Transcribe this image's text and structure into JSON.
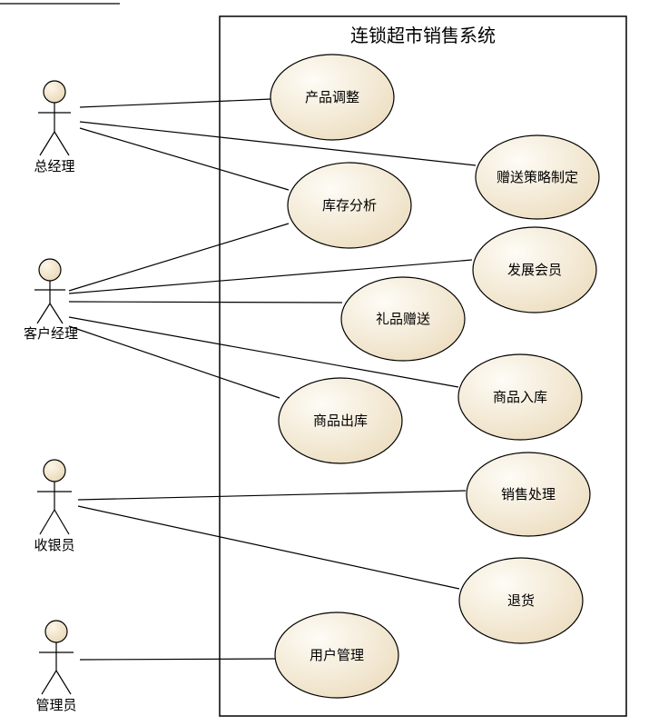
{
  "system": {
    "title": "连锁超市销售系统"
  },
  "actors": {
    "general_manager": "总经理",
    "customer_manager": "客户经理",
    "cashier": "收银员",
    "administrator": "管理员"
  },
  "use_cases": {
    "product_adjust": "产品调整",
    "gift_policy": "赠送策略制定",
    "inventory_analysis": "库存分析",
    "member_development": "发展会员",
    "gift_giving": "礼品赠送",
    "goods_in": "商品入库",
    "goods_out": "商品出库",
    "sales_processing": "销售处理",
    "return_goods": "退货",
    "user_management": "用户管理"
  },
  "colors": {
    "use_case_fill_light": "#fdfaf2",
    "use_case_fill_dark": "#efe2c8",
    "actor_head": "#f3e6cf",
    "stroke": "#000000"
  }
}
